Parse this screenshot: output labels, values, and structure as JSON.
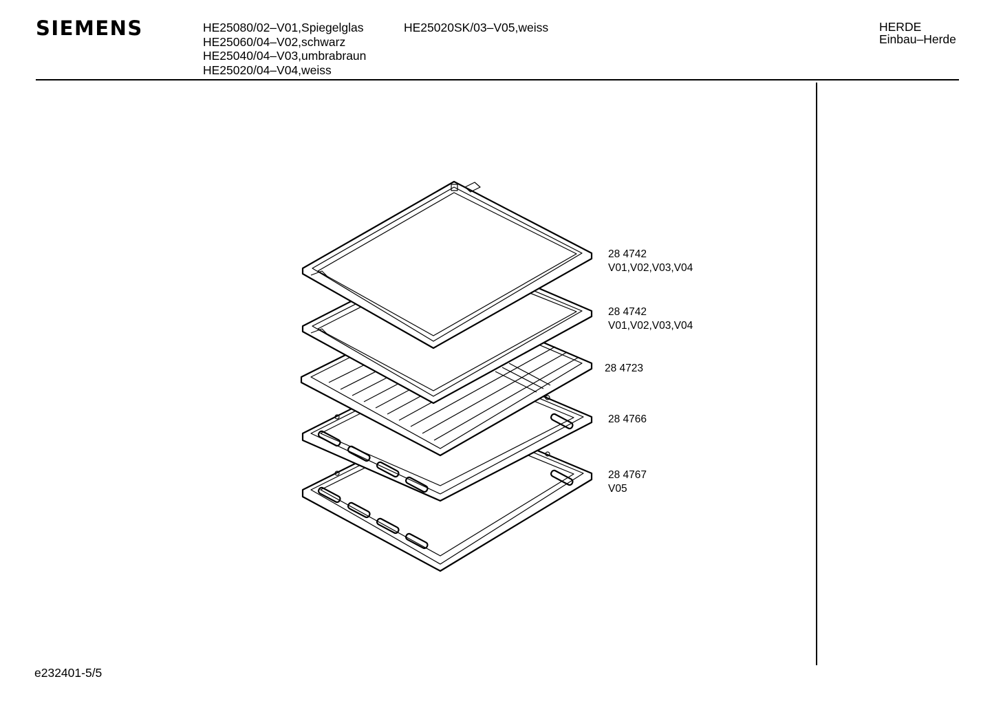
{
  "header": {
    "logo": "SIEMENS",
    "models_col1": [
      "HE25080/02–V01,Spiegelglas",
      "HE25060/04–V02,schwarz",
      "HE25040/04–V03,umbrabraun",
      "HE25020/04–V04,weiss"
    ],
    "models_col2": [
      "HE25020SK/03–V05,weiss"
    ],
    "category_line1": "HERDE",
    "category_line2": "Einbau–Herde"
  },
  "parts": [
    {
      "number": "28 4742",
      "variants": "V01,V02,V03,V04"
    },
    {
      "number": "28 4742",
      "variants": "V01,V02,V03,V04"
    },
    {
      "number": "28 4723",
      "variants": ""
    },
    {
      "number": "28 4766",
      "variants": ""
    },
    {
      "number": "28 4767",
      "variants": "V05"
    }
  ],
  "footer": {
    "doc_id": "e232401-5/5"
  }
}
